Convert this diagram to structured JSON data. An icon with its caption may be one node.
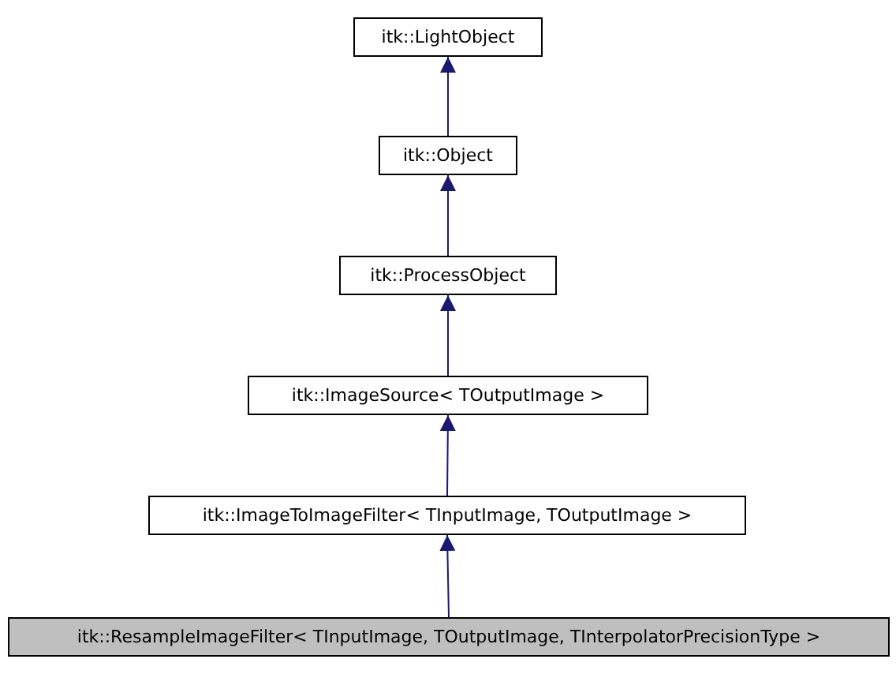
{
  "diagram": {
    "nodes": [
      {
        "text": [
          "itk::LightObject"
        ]
      },
      {
        "text": [
          "itk::Object"
        ]
      },
      {
        "text": [
          "itk::ProcessObject"
        ]
      },
      {
        "text": [
          "itk::ImageSource< TOutputImage >"
        ]
      },
      {
        "text": [
          "itk::ImageToImageFilter< TInputImage, TOutputImage >"
        ]
      },
      {
        "text": [
          "itk::ResampleImageFilter< TInputImage, TOutputImage, TInterpolatorPrecisionType >"
        ]
      }
    ],
    "edges": [
      {
        "from": 1,
        "to": 0,
        "arrow": "to"
      },
      {
        "from": 2,
        "to": 1,
        "arrow": "to"
      },
      {
        "from": 3,
        "to": 2,
        "arrow": "to"
      },
      {
        "from": 4,
        "to": 3,
        "arrow": "to"
      },
      {
        "from": 5,
        "to": 4,
        "arrow": "to"
      }
    ]
  }
}
